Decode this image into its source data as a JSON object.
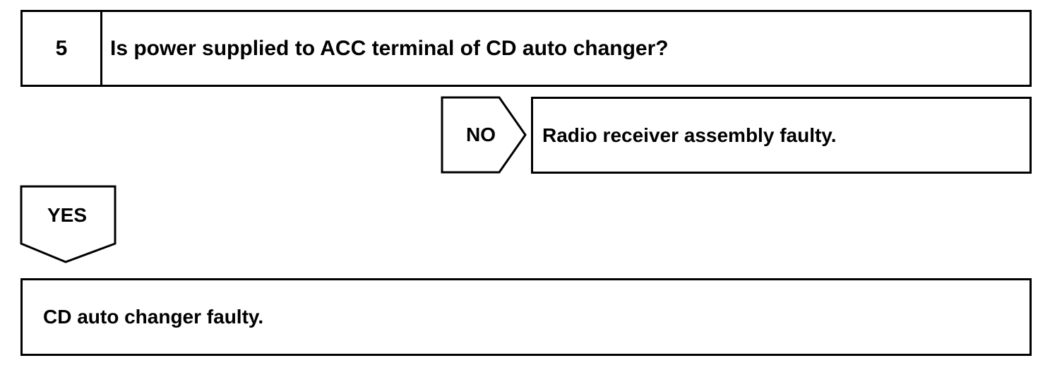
{
  "step": {
    "number": "5",
    "question": "Is power supplied to ACC terminal of CD auto changer?"
  },
  "no_branch": {
    "label": "NO",
    "result": "Radio receiver assembly faulty."
  },
  "yes_branch": {
    "label": "YES",
    "result": "CD auto changer faulty."
  },
  "colors": {
    "line": "#000000",
    "background": "#ffffff"
  }
}
